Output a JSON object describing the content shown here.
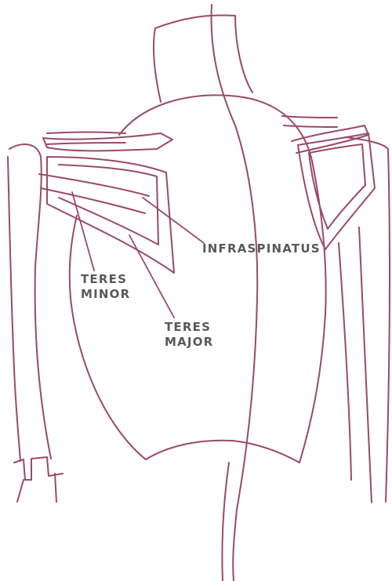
{
  "colors": {
    "stroke": "#9a4a68",
    "label_text": "#58595b",
    "background": "#ffffff"
  },
  "labels": {
    "infraspinatus": "INFRASPINATUS",
    "teres_minor": [
      "TERES",
      "MINOR"
    ],
    "teres_major": [
      "TERES",
      "MAJOR"
    ]
  }
}
